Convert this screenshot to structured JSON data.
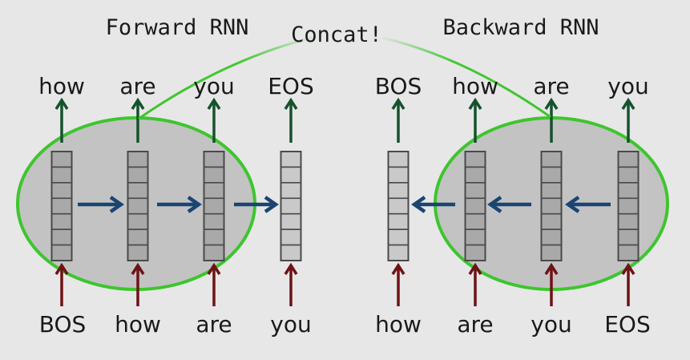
{
  "diagram": {
    "forward_title": "Forward RNN",
    "backward_title": "Backward RNN",
    "concat_label": "Concat!",
    "cells_per_vector": 7,
    "forward": {
      "top_labels": [
        "how",
        "are",
        "you",
        "EOS"
      ],
      "bottom_labels": [
        "BOS",
        "how",
        "are",
        "you"
      ],
      "recurrence_direction": "right",
      "inside_ellipse": [
        true,
        true,
        true,
        false
      ]
    },
    "backward": {
      "top_labels": [
        "BOS",
        "how",
        "are",
        "you"
      ],
      "bottom_labels": [
        "how",
        "are",
        "you",
        "EOS"
      ],
      "recurrence_direction": "left",
      "inside_ellipse": [
        false,
        true,
        true,
        true
      ]
    },
    "colors": {
      "background": "#e7e7e7",
      "ellipse_fill": "#c3c3c3",
      "ellipse_stroke": "#3ec52e",
      "cell_inside_fill": "#a9a9a9",
      "cell_outside_fill": "#c9c9c9",
      "cell_stroke": "#4a4a4a",
      "output_arrow": "#15522d",
      "input_arrow": "#6e1216",
      "recurrent_arrow": "#1a4572",
      "concat_curve": "#3ec52e",
      "text": "#1a1a1a"
    }
  }
}
